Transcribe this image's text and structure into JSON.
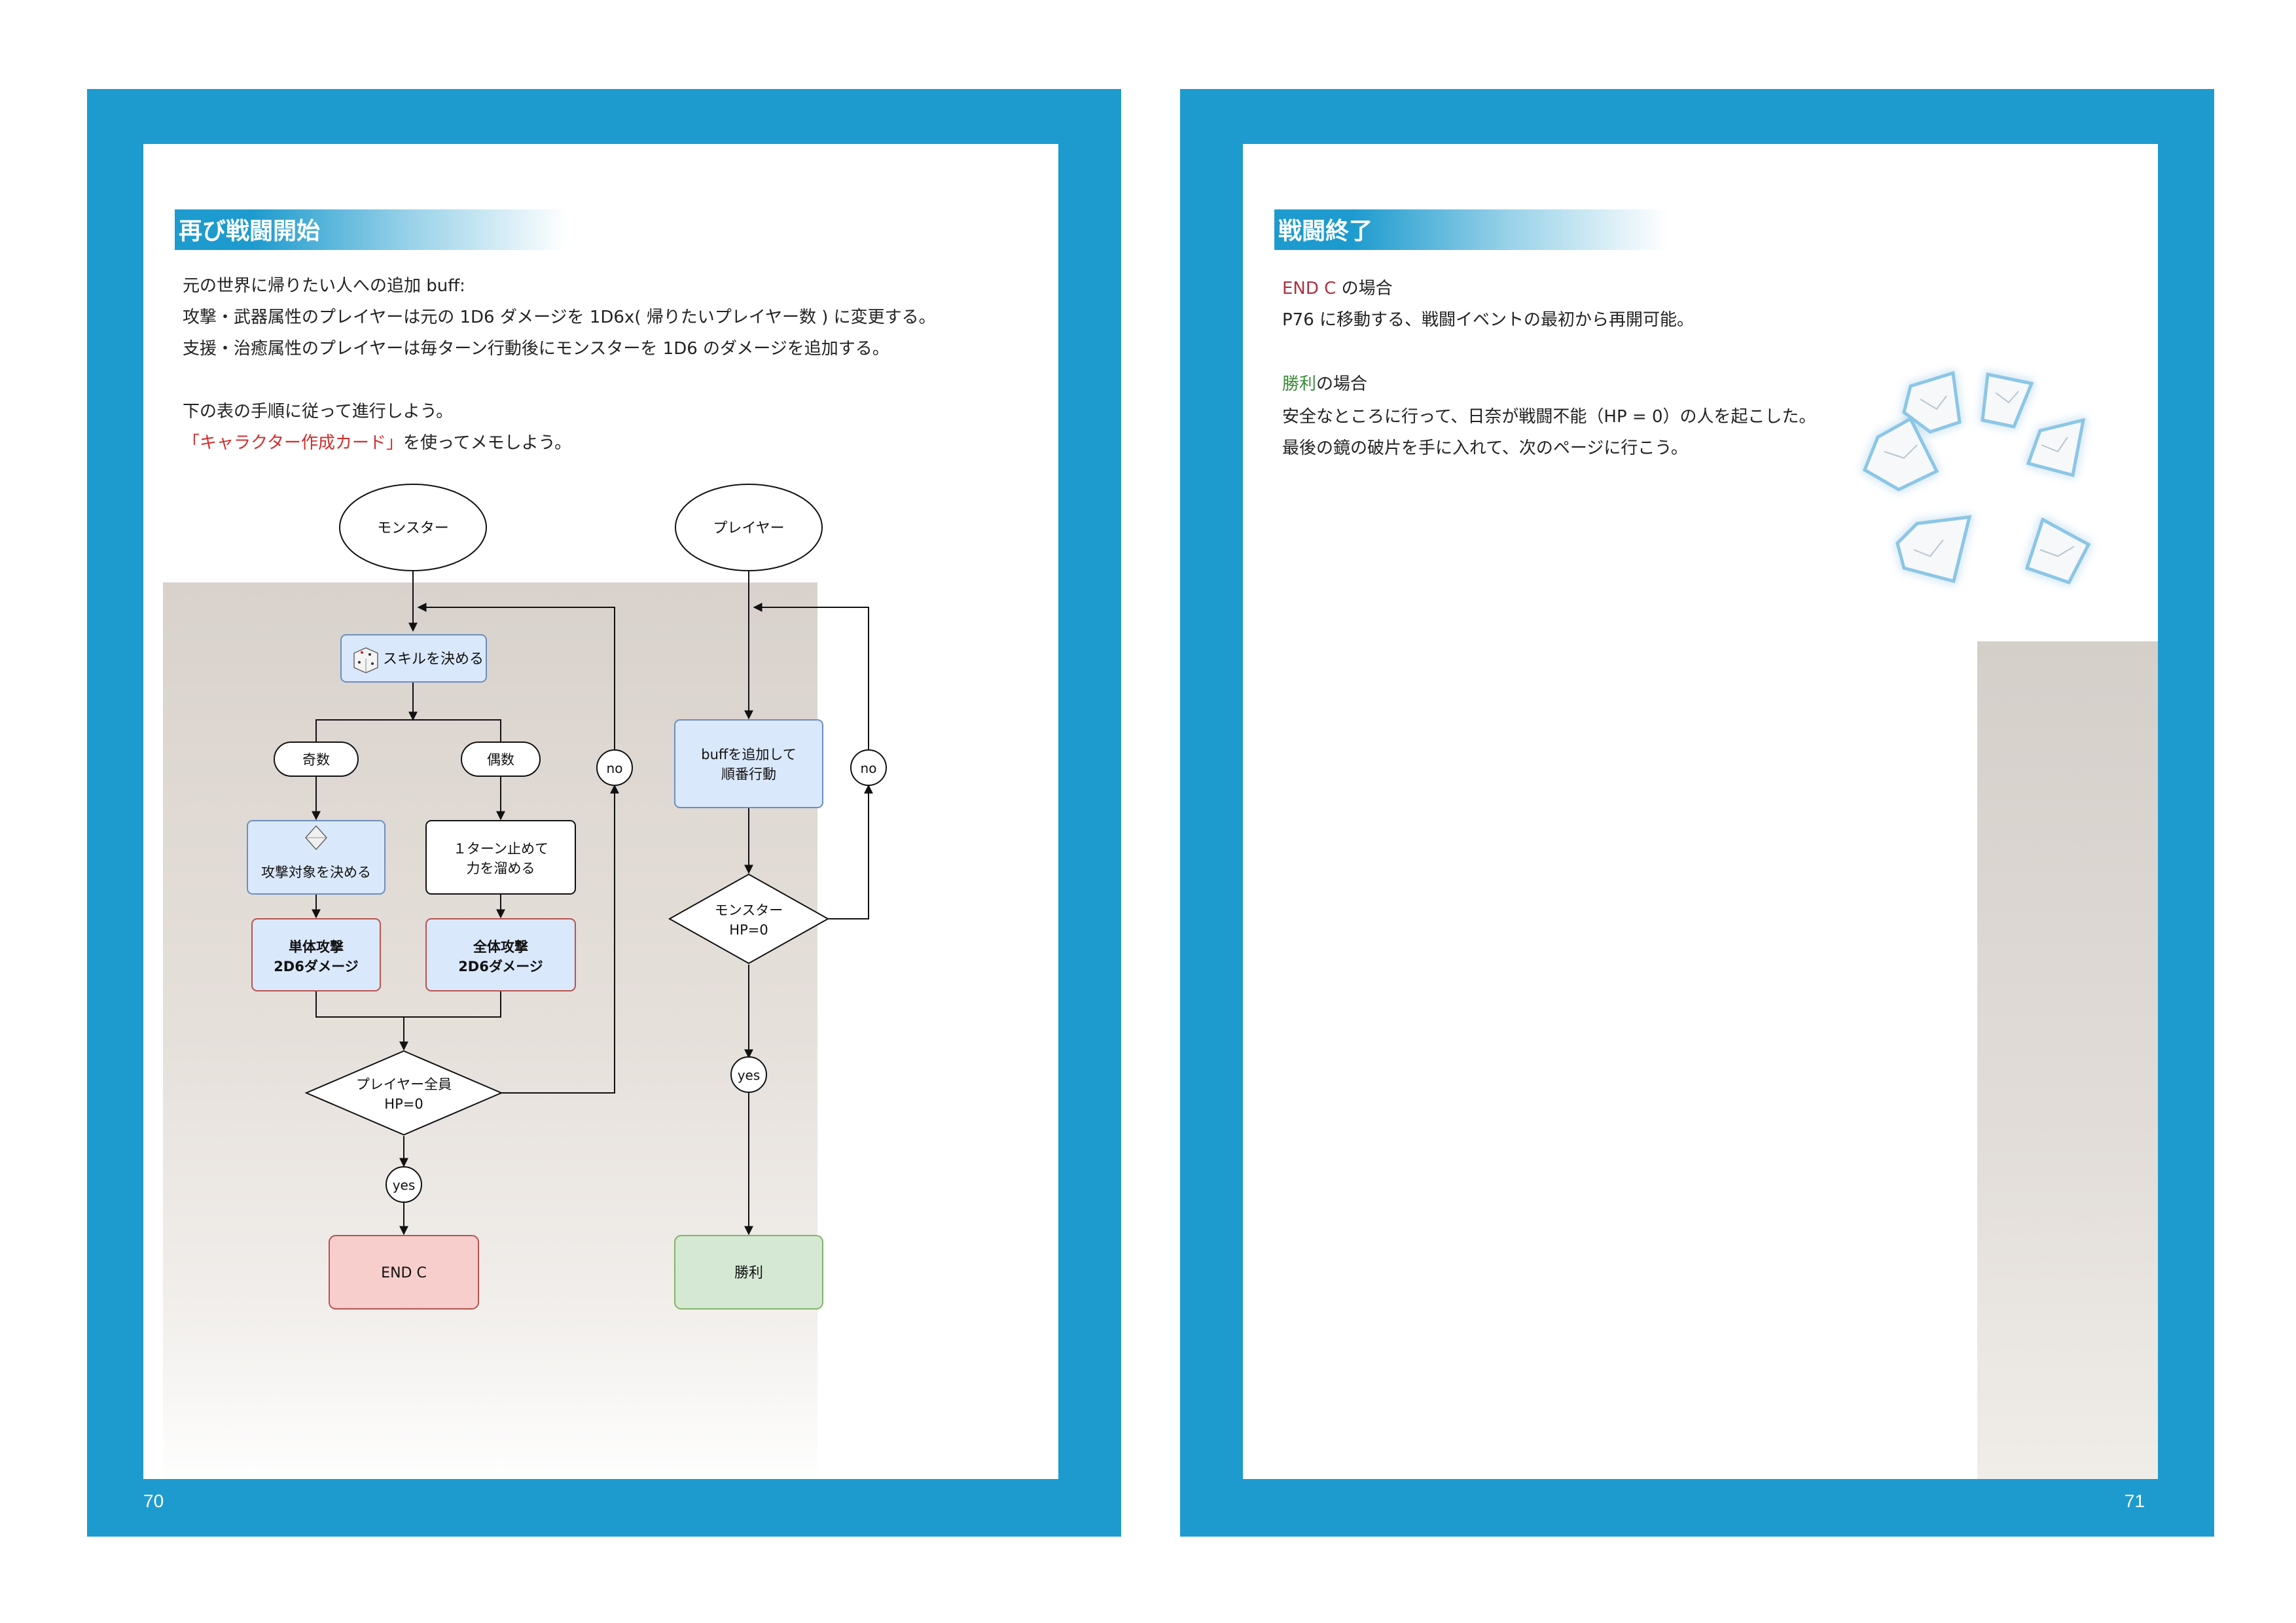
{
  "left_page": {
    "heading": "再び戦闘開始",
    "lines": [
      "元の世界に帰りたい人への追加 buff:",
      "攻撃・武器属性のプレイヤーは元の 1D6 ダメージを 1D6x( 帰りたいプレイヤー数 ) に変更する。",
      "支援・治癒属性のプレイヤーは毎ターン行動後にモンスターを 1D6 のダメージを追加する。"
    ],
    "instruction": "下の表の手順に従って進行しよう。",
    "memo_highlight": "「キャラクター作成カード」",
    "memo_rest": "を使ってメモしよう。",
    "page_number": "70"
  },
  "flowchart": {
    "monster_start": "モンスター",
    "player_start": "プレイヤー",
    "decide_skill": "スキルを決める",
    "odd": "奇数",
    "even": "偶数",
    "no_left": "no",
    "decide_target": "攻撃対象を決める",
    "stop_turn_1": "１ターン止めて",
    "stop_turn_2": "力を溜める",
    "single_attack_1": "単体攻撃",
    "single_attack_2": "2D6ダメージ",
    "all_attack_1": "全体攻撃",
    "all_attack_2": "2D6ダメージ",
    "players_down_1": "プレイヤー全員",
    "players_down_2": "HP=0",
    "yes_left": "yes",
    "end_c": "END C",
    "buff_action_1": "buffを追加して",
    "buff_action_2": "順番行動",
    "no_right": "no",
    "monster_down_1": "モンスター",
    "monster_down_2": "HP=0",
    "yes_right": "yes",
    "victory": "勝利"
  },
  "right_page": {
    "heading": "戦闘終了",
    "endc_label": "END C",
    "endc_suffix": " の場合",
    "endc_text": "P76 に移動する、戦闘イベントの最初から再開可能。",
    "win_label": "勝利",
    "win_suffix": "の場合",
    "win_text_1": "安全なところに行って、日奈が戦闘不能（HP = 0）の人を起こした。",
    "win_text_2": "最後の鏡の破片を手に入れて、次のページに行こう。",
    "page_number": "71"
  },
  "colors": {
    "page_blue": "#1e9bce",
    "process_fill": "#dae8fc",
    "process_stroke": "#6c8ebf",
    "attack_stroke": "#b85450",
    "end_fill": "#f8cecc",
    "win_fill": "#d5e8d4",
    "win_stroke": "#82b366"
  }
}
